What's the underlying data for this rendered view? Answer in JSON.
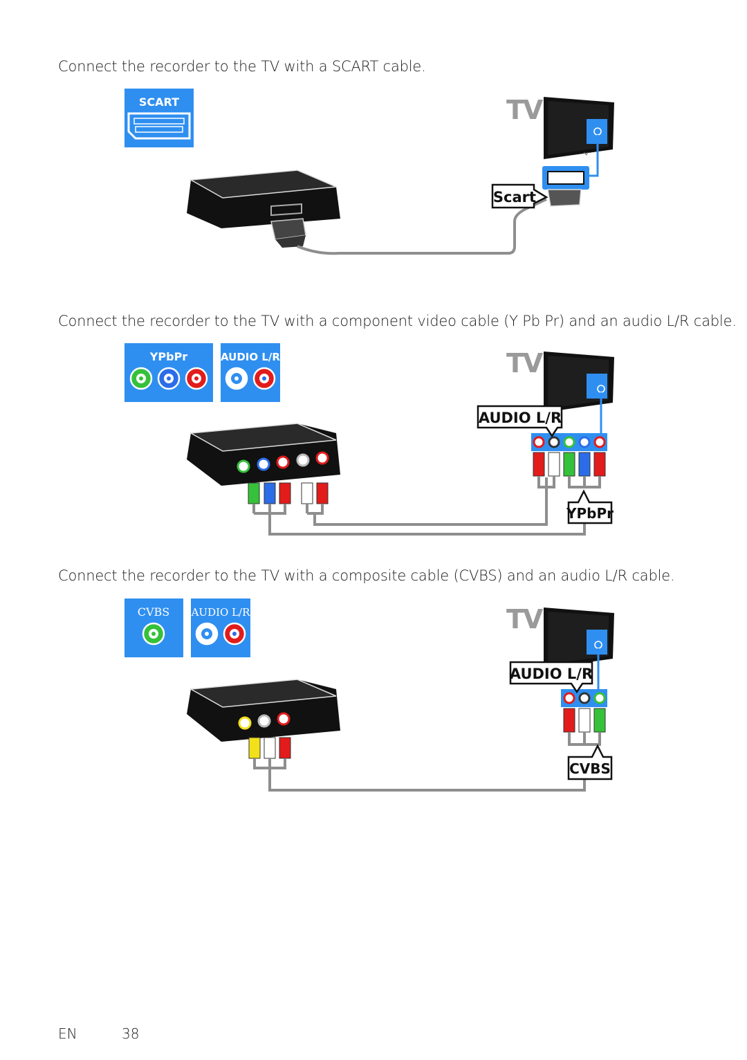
{
  "sections": [
    {
      "caption": "Connect the recorder to the TV with a SCART cable.",
      "badges": [
        "SCART"
      ],
      "tv_label": "TV",
      "callouts": [
        "Scart"
      ]
    },
    {
      "caption": "Connect the recorder to the TV with a component video cable (Y Pb Pr) and an audio L/R cable.",
      "badges": [
        "YPbPr",
        "AUDIO L/R"
      ],
      "tv_label": "TV",
      "callouts": [
        "AUDIO L/R",
        "YPbPr"
      ]
    },
    {
      "caption": "Connect the recorder to the TV with a composite cable (CVBS) and an audio L/R cable.",
      "badges": [
        "CVBS",
        "AUDIO  L/R"
      ],
      "tv_label": "TV",
      "callouts": [
        "AUDIO L/R",
        "CVBS"
      ]
    }
  ],
  "footer": {
    "language": "EN",
    "page_number": "38"
  },
  "colors": {
    "badge_blue": "#2f8ff0",
    "cable_gray": "#8e8e8e",
    "plug_green": "#36c13a",
    "plug_blue": "#2b6de8",
    "plug_red": "#e21b1b",
    "plug_white": "#ffffff",
    "plug_yellow": "#f2e01a"
  }
}
